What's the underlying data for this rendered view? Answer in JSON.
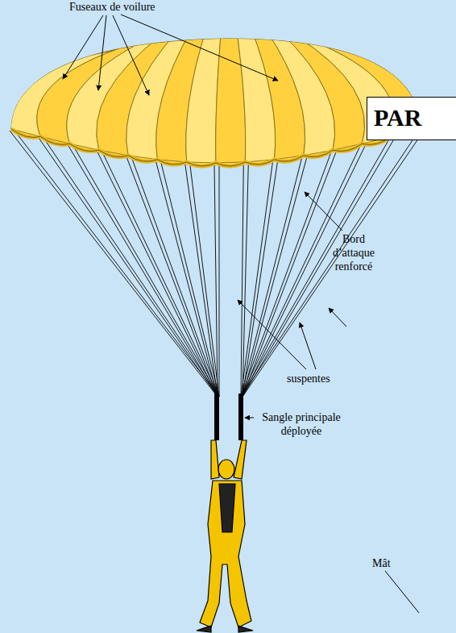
{
  "diagram": {
    "nodes": [
      {
        "text": [
          "PAR"
        ]
      }
    ],
    "labels": [
      "Fuseaux de voilure",
      "Bord d’attaque renforcé",
      "suspentes",
      "Sangle principale déployée",
      "Mât"
    ]
  }
}
